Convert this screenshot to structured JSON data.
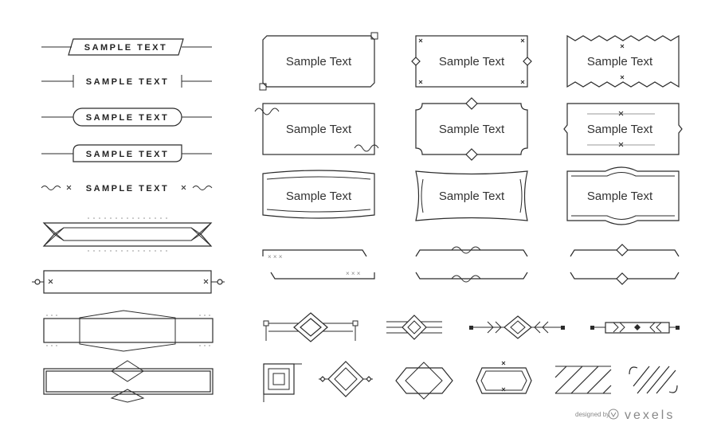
{
  "labels": {
    "caps": "SAMPLE TEXT",
    "normal": "Sample Text"
  },
  "watermark": {
    "designed_by": "designed by",
    "brand": "vexels"
  },
  "colors": {
    "stroke": "#2b2b2b",
    "background": "#ffffff",
    "muted": "#888888"
  }
}
